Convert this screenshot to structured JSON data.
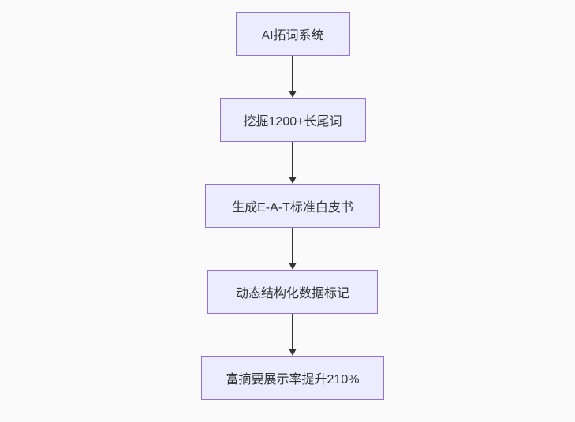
{
  "diagram": {
    "type": "flowchart",
    "direction": "top-down",
    "nodes": [
      {
        "id": "node-1",
        "label": "AI拓词系统"
      },
      {
        "id": "node-2",
        "label": "挖掘1200+长尾词"
      },
      {
        "id": "node-3",
        "label": "生成E-A-T标准白皮书"
      },
      {
        "id": "node-4",
        "label": "动态结构化数据标记"
      },
      {
        "id": "node-5",
        "label": "富摘要展示率提升210%"
      }
    ],
    "edges": [
      {
        "from": "node-1",
        "to": "node-2"
      },
      {
        "from": "node-2",
        "to": "node-3"
      },
      {
        "from": "node-3",
        "to": "node-4"
      },
      {
        "from": "node-4",
        "to": "node-5"
      }
    ],
    "colors": {
      "background": "#fafafa",
      "node_fill": "#ececff",
      "node_border": "#9370db",
      "text": "#333333",
      "arrow": "#333333"
    }
  }
}
